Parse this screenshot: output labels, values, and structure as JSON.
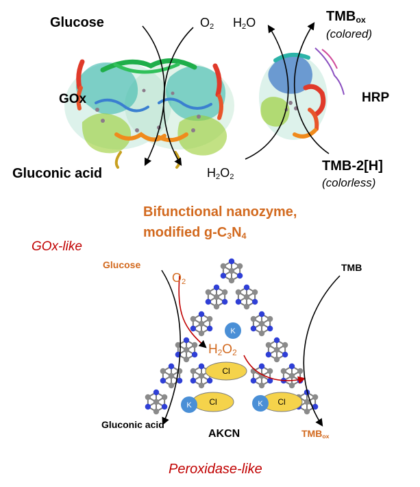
{
  "colors": {
    "orange": "#d2691e",
    "red": "#c00000",
    "black": "#000000",
    "k_blue": "#4a8fd6",
    "cl_yellow": "#f5d34b",
    "lattice_n": "#2f3fd6",
    "lattice_c": "#8a8a8a"
  },
  "enzyme_panel": {
    "glucose": "Glucose",
    "o2": {
      "main": "O",
      "sub": "2"
    },
    "h2o": {
      "main": "H",
      "sub": "2",
      "end": "O"
    },
    "tmb_ox": {
      "main": "TMB",
      "sub": "ox"
    },
    "colored": "(colored)",
    "gox": "GOx",
    "hrp": "HRP",
    "gluconic_acid": "Gluconic acid",
    "h2o2": {
      "a": "H",
      "s1": "2",
      "b": "O",
      "s2": "2"
    },
    "tmb_2h": "TMB-2[H]",
    "colorless": "(colorless)"
  },
  "nanozyme_title": {
    "line1": "Bifunctional nanozyme,",
    "line2_main": "modified g-C",
    "line2_s1": "3",
    "line2_mid": "N",
    "line2_s2": "4"
  },
  "nanozyme_panel": {
    "gox_like": "GOx-like",
    "glucose": "Glucose",
    "o2": {
      "main": "O",
      "sub": "2"
    },
    "tmb": "TMB",
    "h2o2": {
      "a": "H",
      "s1": "2",
      "b": "O",
      "s2": "2"
    },
    "k": "K",
    "cl": "Cl",
    "gluconic_acid": "Gluconic acid",
    "akcn": "AKCN",
    "tmb_ox": {
      "main": "TMB",
      "sub": "ox"
    },
    "peroxidase_like": "Peroxidase-like"
  }
}
